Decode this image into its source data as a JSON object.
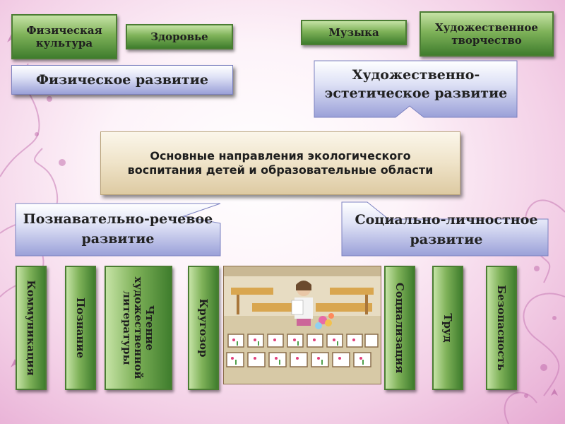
{
  "boxes": {
    "physical_culture": "Физическая культура",
    "health": "Здоровье",
    "music": "Музыка",
    "art_creativity": "Художественное творчество",
    "physical_development": "Физическое развитие",
    "art_aesthetic": "Художественно-эстетическое развитие",
    "center": "Основные направления  экологического воспитания детей и образовательные области",
    "cognitive_speech": "Познавательно-речевое развитие",
    "social_personal": "Социально-личностное развитие"
  },
  "vertical": {
    "communication": "Коммуникация",
    "cognition": "Познание",
    "reading": "Чтение художественной литературы",
    "outlook": "Кругозор",
    "socialization": "Социализация",
    "labor": "Труд",
    "safety": "Безопасность"
  },
  "colors": {
    "green": "#7fb259",
    "blue": "#9aa0d8",
    "tan": "#efe3c8",
    "background_pink": "#f3cfe6"
  }
}
